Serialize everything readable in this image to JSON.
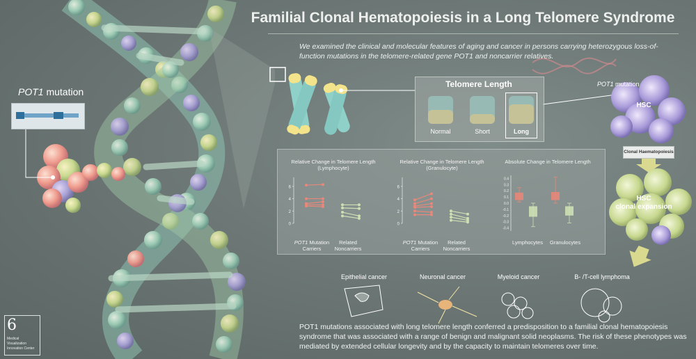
{
  "title": "Familial Clonal Hematopoiesis in a Long Telomere Syndrome",
  "subtitle": "We examined the clinical and molecular features of aging and cancer in persons carrying heterozygous loss-of-function mutations in the telomere-related gene POT1 and noncarrier relatives.",
  "pot1_mutation_label": "mutation",
  "pot1_italic": "POT1",
  "telomere": {
    "title": "Telomere Length",
    "normal": "Normal",
    "short": "Short",
    "long": "Long"
  },
  "hsc": {
    "pot1_italic": "POT1",
    "mutation": "mutation",
    "hsc_label": "HSC",
    "clonal_box": "Clonal Haematopoiesis",
    "clonal_expansion_1": "HSC",
    "clonal_expansion_2": "clonal expansion"
  },
  "charts": {
    "lymph_title_1": "Relative Change in Telomere Length",
    "lymph_title_2": "(Lymphocyte)",
    "gran_title_1": "Relative Change in Telomere Length",
    "gran_title_2": "(Granulocyte)",
    "abs_title": "Absolute Change in Telomere Length",
    "carriers_italic": "POT1",
    "carriers_1": "Mutation",
    "carriers_2": "Carriers",
    "related_1": "Related",
    "related_2": "Noncarriers",
    "abs_x1": "Lymphocytes",
    "abs_x2": "Granulocytes"
  },
  "chart_data": [
    {
      "type": "line",
      "title": "Relative Change in Telomere Length (Lymphocyte)",
      "categories": [
        "POT1 Mutation Carriers",
        "Related Noncarriers"
      ],
      "yticks": [
        "0",
        "2",
        "4",
        "6"
      ],
      "ylim": [
        0,
        7
      ],
      "series": [
        {
          "group": "carriers",
          "values": [
            6.2,
            6.3
          ]
        },
        {
          "group": "carriers",
          "values": [
            4.0,
            4.0
          ]
        },
        {
          "group": "carriers",
          "values": [
            3.2,
            3.5
          ]
        },
        {
          "group": "carriers",
          "values": [
            3.0,
            3.0
          ]
        },
        {
          "group": "carriers",
          "values": [
            2.8,
            2.7
          ]
        },
        {
          "group": "noncarriers",
          "values": [
            3.0,
            3.0
          ]
        },
        {
          "group": "noncarriers",
          "values": [
            2.5,
            2.4
          ]
        },
        {
          "group": "noncarriers",
          "values": [
            1.8,
            1.2
          ]
        },
        {
          "group": "noncarriers",
          "values": [
            1.2,
            0.8
          ]
        }
      ]
    },
    {
      "type": "line",
      "title": "Relative Change in Telomere Length (Granulocyte)",
      "categories": [
        "POT1 Mutation Carriers",
        "Related Noncarriers"
      ],
      "yticks": [
        "0",
        "2",
        "4",
        "6"
      ],
      "ylim": [
        0,
        7
      ],
      "series": [
        {
          "group": "carriers",
          "values": [
            3.8,
            4.8
          ]
        },
        {
          "group": "carriers",
          "values": [
            3.2,
            4.0
          ]
        },
        {
          "group": "carriers",
          "values": [
            2.8,
            3.2
          ]
        },
        {
          "group": "carriers",
          "values": [
            2.6,
            2.7
          ]
        },
        {
          "group": "carriers",
          "values": [
            2.0,
            1.8
          ]
        },
        {
          "group": "carriers",
          "values": [
            1.4,
            1.4
          ]
        },
        {
          "group": "noncarriers",
          "values": [
            2.0,
            1.5
          ]
        },
        {
          "group": "noncarriers",
          "values": [
            1.5,
            0.8
          ]
        },
        {
          "group": "noncarriers",
          "values": [
            1.0,
            0.5
          ]
        },
        {
          "group": "noncarriers",
          "values": [
            0.5,
            0.2
          ]
        }
      ]
    },
    {
      "type": "box",
      "title": "Absolute Change in Telomere Length",
      "categories": [
        "Lymphocytes",
        "Granulocytes"
      ],
      "yticks": [
        "0.4",
        "0.3",
        "0.2",
        "0.1",
        "0.0",
        "-0.1",
        "-0.2",
        "-0.3",
        "-0.4"
      ],
      "ylim": [
        -0.45,
        0.45
      ],
      "boxes": [
        {
          "category": "Lymphocytes",
          "group": "carriers",
          "q1": 0.05,
          "q3": 0.17,
          "min": 0.02,
          "max": 0.25
        },
        {
          "category": "Lymphocytes",
          "group": "noncarriers",
          "q1": -0.22,
          "q3": -0.05,
          "min": -0.38,
          "max": 0.0
        },
        {
          "category": "Granulocytes",
          "group": "carriers",
          "q1": 0.05,
          "q3": 0.18,
          "min": 0.0,
          "max": 0.42
        },
        {
          "category": "Granulocytes",
          "group": "noncarriers",
          "q1": -0.2,
          "q3": -0.05,
          "min": -0.32,
          "max": 0.0
        }
      ]
    }
  ],
  "cancers": {
    "epithelial": "Epithelial cancer",
    "neuronal": "Neuronal  cancer",
    "myeloid": "Myeloid cancer",
    "lymphoma": "B- /T-cell lymphoma"
  },
  "summary": "POT1 mutations associated with long telomere length conferred a predisposition to a familial clonal hematopoiesis syndrome that was associated with a range of benign and malignant solid neoplasms. The risk of these phenotypes was mediated by extended cellular longevity and by the capacity to maintain telomeres over time.",
  "logo": {
    "number": "6",
    "line1": "Medical",
    "line2": "Visualization",
    "line3": "Innovation Center"
  },
  "colors": {
    "background": "#6d7876",
    "carrier": "#e8877a",
    "noncarrier": "#cde0b4",
    "telomere_cap": "#f3e38a",
    "chromosome": "#8fd0c9"
  }
}
